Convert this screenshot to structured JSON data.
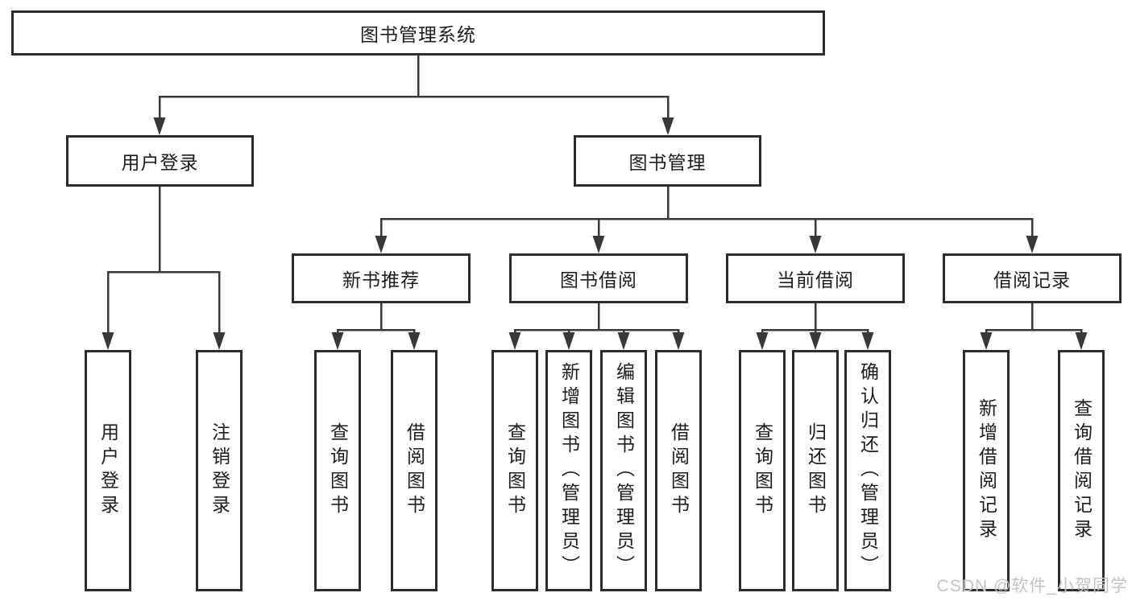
{
  "diagram_title": "图书管理系统",
  "tree": {
    "root": {
      "label": "图书管理系统"
    },
    "level2": [
      {
        "label": "用户登录",
        "children": [
          {
            "label": "用户登录"
          },
          {
            "label": "注销登录"
          }
        ]
      },
      {
        "label": "图书管理"
      }
    ],
    "level3": [
      {
        "label": "新书推荐",
        "children": [
          {
            "label": "查询图书"
          },
          {
            "label": "借阅图书"
          }
        ]
      },
      {
        "label": "图书借阅",
        "children": [
          {
            "label": "查询图书"
          },
          {
            "label": "新增图书（管理员）"
          },
          {
            "label": "编辑图书（管理员）"
          },
          {
            "label": "借阅图书"
          }
        ]
      },
      {
        "label": "当前借阅",
        "children": [
          {
            "label": "查询图书"
          },
          {
            "label": "归还图书"
          },
          {
            "label": "确认归还（管理员）"
          }
        ]
      },
      {
        "label": "借阅记录",
        "children": [
          {
            "label": "新增借阅记录"
          },
          {
            "label": "查询借阅记录"
          }
        ]
      }
    ]
  },
  "watermark": {
    "text": "CSDN @软件_小贺同学"
  },
  "colors": {
    "line": "#383838",
    "box_border": "#2d2d2d",
    "text": "#1c1c1c",
    "watermark": "#c3c3c3",
    "background": "#ffffff"
  }
}
